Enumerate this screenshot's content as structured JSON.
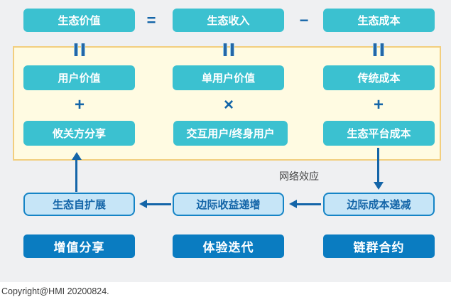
{
  "top_row": {
    "value_label": "生态价值",
    "equals": "=",
    "income_label": "生态收入",
    "minus": "−",
    "cost_label": "生态成本"
  },
  "equivalence_symbol": "‖",
  "panel": {
    "row1": [
      "用户价值",
      "单用户价值",
      "传统成本"
    ],
    "operators": [
      "+",
      "×",
      "+"
    ],
    "row2": [
      "攸关方分享",
      "交互用户/终身用户",
      "生态平台成本"
    ]
  },
  "network_effect_label": "网络效应",
  "mechanism_row": [
    "生态自扩展",
    "边际收益递增",
    "边际成本递减"
  ],
  "strategy_row": [
    "增值分享",
    "体验迭代",
    "链群合约"
  ],
  "footer": {
    "copyright": "Copyright@HMI 20200824."
  },
  "colors": {
    "teal_box": "#3bc1d0",
    "dark_blue_accent": "#1465a8",
    "mechanism_fill": "#c6e5f7",
    "mechanism_border": "#1584c6",
    "strategy_fill": "#0a7cc1",
    "panel_fill": "#fffbe2",
    "panel_border": "#f2ce7e",
    "diagram_background": "#eff0f2"
  }
}
